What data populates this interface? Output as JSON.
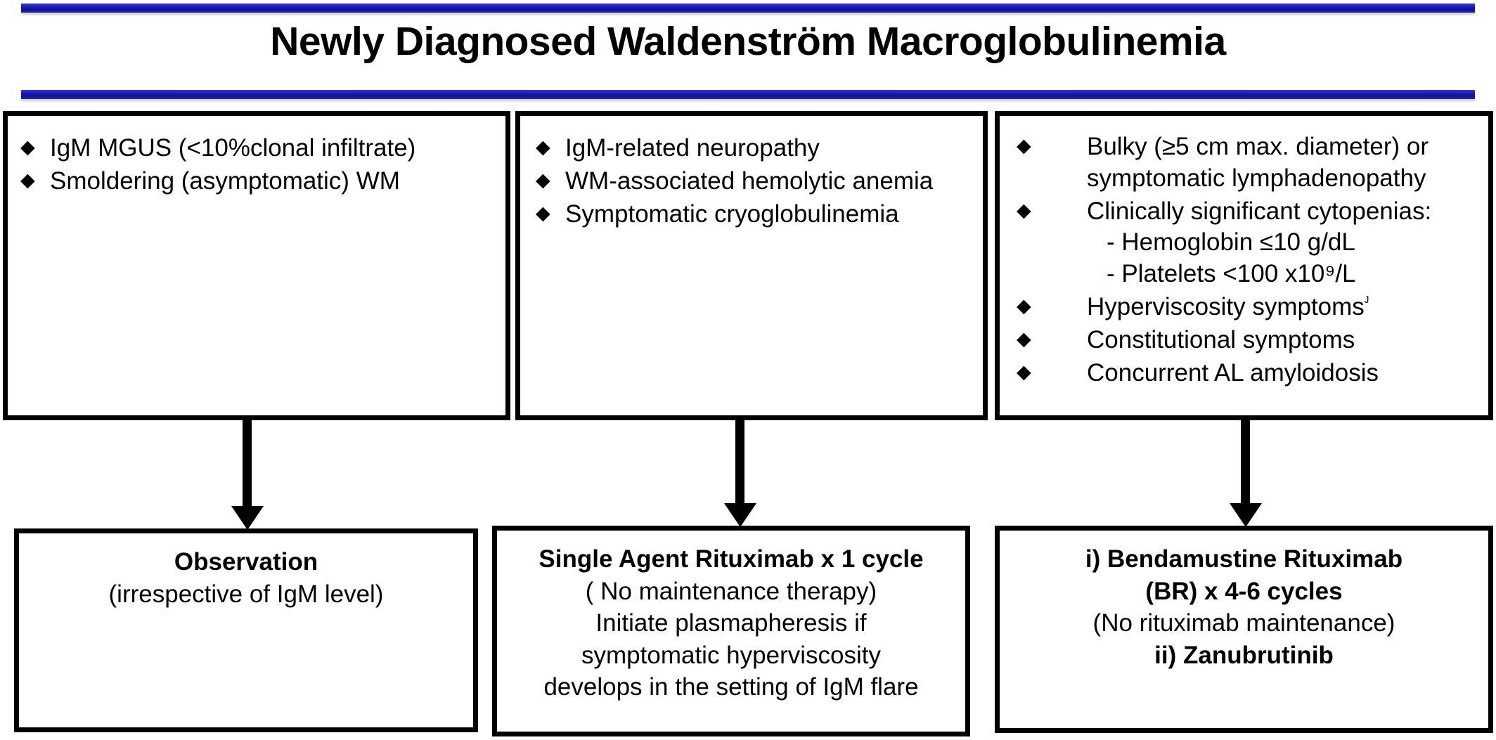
{
  "title": "Newly Diagnosed Waldenström Macroglobulinemia",
  "divider_color": "#1c1cb4",
  "bullet_glyph": "◆",
  "criteria_columns": [
    {
      "name": "indolent-disease",
      "items": [
        {
          "bullet": "◆",
          "text": "IgM MGUS (<10%clonal infiltrate)"
        },
        {
          "bullet": "◆",
          "text": "Smoldering (asymptomatic) WM"
        }
      ]
    },
    {
      "name": "igm-related-symptoms",
      "items": [
        {
          "bullet": "◆",
          "text": "IgM-related neuropathy"
        },
        {
          "bullet": "◆",
          "text": "WM-associated hemolytic anemia"
        },
        {
          "bullet": "◆",
          "text": "Symptomatic cryoglobulinemia"
        }
      ]
    },
    {
      "name": "tumor-burden-criteria",
      "items": [
        {
          "bullet": "◆",
          "text": "Bulky (≥5 cm max. diameter) or symptomatic lymphadenopathy"
        },
        {
          "bullet": "◆",
          "text": "Clinically significant cytopenias:",
          "sublines": [
            "- Hemoglobin ≤10 g/dL",
            "- Platelets <100 x10⁹/L"
          ]
        },
        {
          "bullet": "◆",
          "text": "Hyperviscosity symptoms",
          "footnote_marker": "ᴶ"
        },
        {
          "bullet": "◆",
          "text": "Constitutional symptoms"
        },
        {
          "bullet": "◆",
          "text": "Concurrent AL amyloidosis"
        }
      ]
    }
  ],
  "treatments": [
    {
      "name": "observation",
      "lines": [
        {
          "text": "Observation",
          "bold": true
        },
        {
          "text": "(irrespective of IgM level)",
          "bold": false
        }
      ]
    },
    {
      "name": "single-agent-rituximab",
      "lines": [
        {
          "text": "Single Agent Rituximab x 1 cycle",
          "bold": true
        },
        {
          "text": "( No maintenance therapy)",
          "bold": false
        },
        {
          "text": "Initiate plasmapheresis if",
          "bold": false
        },
        {
          "text": "symptomatic hyperviscosity",
          "bold": false
        },
        {
          "text": "develops in the setting of IgM flare",
          "bold": false
        }
      ]
    },
    {
      "name": "bendamustine-rituximab",
      "lines": [
        {
          "text": "i) Bendamustine Rituximab",
          "bold": true
        },
        {
          "text": "(BR) x 4-6 cycles",
          "bold": true
        },
        {
          "text": "(No rituximab maintenance)",
          "bold": false
        },
        {
          "text": "ii) Zanubrutinib",
          "bold": true
        }
      ]
    }
  ],
  "arrows": [
    {
      "name": "arrow-to-observation",
      "from": "indolent-disease",
      "to": "observation"
    },
    {
      "name": "arrow-to-rituximab",
      "from": "igm-related-symptoms",
      "to": "single-agent-rituximab"
    },
    {
      "name": "arrow-to-bendamustine",
      "from": "tumor-burden-criteria",
      "to": "bendamustine-rituximab"
    }
  ]
}
